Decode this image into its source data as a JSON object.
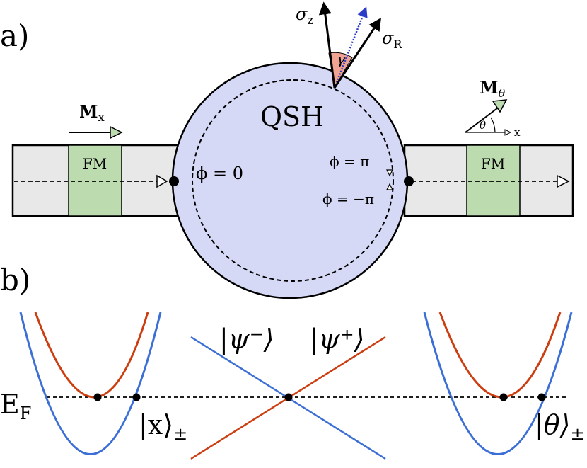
{
  "panels": {
    "a": "a)",
    "b": "b)"
  },
  "center_region": "QSH",
  "left_ferromagnet": "FM",
  "right_ferromagnet": "FM",
  "magnetization_left": {
    "symbol": "M",
    "subscript": "x"
  },
  "magnetization_right": {
    "symbol": "M",
    "subscript": "θ"
  },
  "angle_label": "θ",
  "axis_label": "x",
  "spin_axes": {
    "z": {
      "symbol": "σ",
      "subscript": "z"
    },
    "R": {
      "symbol": "σ",
      "subscript": "R"
    },
    "angle": "γ"
  },
  "phases": {
    "zero": "ϕ = 0",
    "pi": "ϕ = π",
    "minus_pi": "ϕ = −π"
  },
  "states": {
    "minus": "|ψ⁻⟩",
    "plus": "|ψ⁺⟩",
    "x": "|x⟩",
    "theta": "|θ⟩",
    "pm": "±"
  },
  "fermi": {
    "symbol": "E",
    "subscript": "F"
  },
  "colors": {
    "qsh_fill": "#d5d9f5",
    "lead_fill": "#e8e8e8",
    "fm_fill": "#bcdcb0",
    "band_blue": "#3c6fd6",
    "band_red": "#cc3d0f",
    "sigma_mid": "#2b3cc8",
    "gamma_wedge": "#f0a393"
  }
}
